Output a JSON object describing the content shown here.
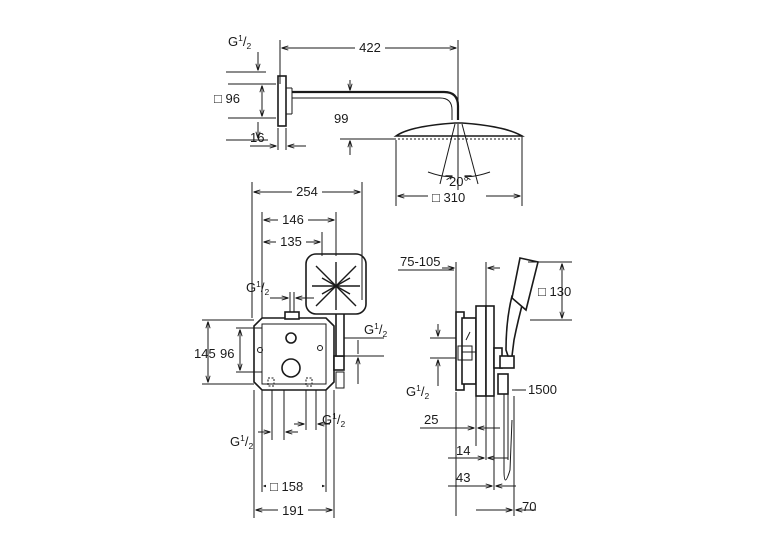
{
  "dimensions": {
    "arm_length": "422",
    "wall_flange_square": "96",
    "connection_top": "G",
    "flange_depth": "16",
    "arm_drop": "99",
    "tilt_angle": "20°",
    "head_square": "310",
    "box_width_total": "254",
    "handshower_offset_146": "146",
    "handshower_offset_135": "135",
    "connection_left": "G",
    "connection_right": "G",
    "box_height": "145",
    "box_inner_height": "96",
    "connection_bottom_left": "G",
    "connection_bottom_right": "G",
    "plate_square": "158",
    "plate_width": "191",
    "install_depth": "75-105",
    "handshower_square": "130",
    "connection_side": "G",
    "hose_length": "1500",
    "side_depth_25": "25",
    "side_depth_14": "14",
    "side_depth_43": "43",
    "side_depth_70": "70"
  },
  "fractions": {
    "num": "1",
    "den": "2"
  },
  "symbols": {
    "square": "□"
  }
}
